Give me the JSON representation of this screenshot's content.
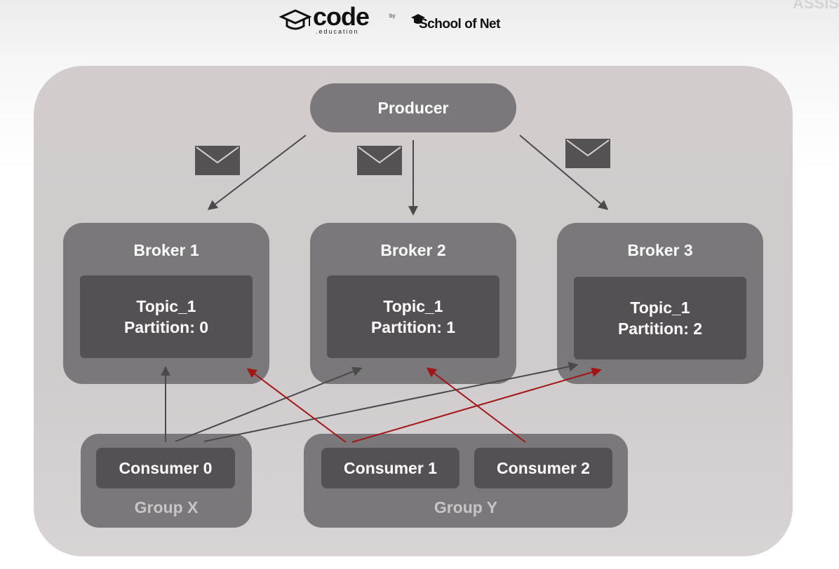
{
  "header": {
    "code_logo": "code",
    "code_sub": ".education",
    "by": "by",
    "school_logo": "School of Net",
    "corner": "ASSIS"
  },
  "producer": {
    "label": "Producer"
  },
  "brokers": [
    {
      "title": "Broker 1",
      "topic": "Topic_1",
      "partition": "Partition: 0"
    },
    {
      "title": "Broker 2",
      "topic": "Topic_1",
      "partition": "Partition: 1"
    },
    {
      "title": "Broker 3",
      "topic": "Topic_1",
      "partition": "Partition: 2"
    }
  ],
  "groups": [
    {
      "label": "Group X",
      "consumers": [
        "Consumer 0"
      ]
    },
    {
      "label": "Group Y",
      "consumers": [
        "Consumer 1",
        "Consumer 2"
      ]
    }
  ],
  "icons": [
    "envelope-icon",
    "envelope-icon",
    "envelope-icon"
  ],
  "colors": {
    "panel": "#d2cccd",
    "node": "#7b787b",
    "inner": "#545053",
    "arrow_gray": "#4a4a4a",
    "arrow_red": "#a31515"
  }
}
